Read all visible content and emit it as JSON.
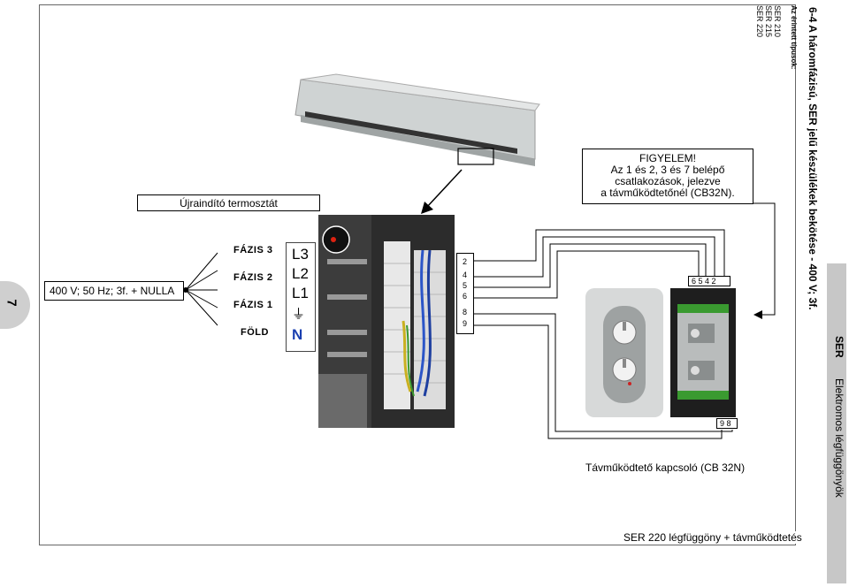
{
  "page_number": "7",
  "sidebar": {
    "brand": "SER",
    "subtitle": "Elektromos légfüggönyök"
  },
  "section": {
    "title": "6-4 A háromfázisú, SER jelű készülékek bekötése - 400 V; 3f.",
    "types_label": "Az érintett típusok:",
    "types": [
      "SER 210",
      "SER 215",
      "SER 220"
    ]
  },
  "warning": {
    "heading": "FIGYELEM!",
    "line1": "Az 1 és 2, 3 és 7 belépő",
    "line2": "csatlakozások, jelezve",
    "line3": "a távműködtetőnél (CB32N)."
  },
  "thermostat_label": "Újraindító termosztát",
  "supply_label": "400 V; 50 Hz; 3f. + NULLA",
  "phases": [
    "FÁZIS 3",
    "FÁZIS 2",
    "FÁZIS 1",
    "FÖLD"
  ],
  "terminal_letters": [
    "L3",
    "L2",
    "L1",
    "⏚",
    "N"
  ],
  "terminal_numbers": [
    "2",
    "4",
    "5",
    "6",
    "8",
    "9"
  ],
  "remote_top_terminals": "6 5 4   2",
  "remote_bottom_terminals": "9 8",
  "remote_label": "Távműködtető kapcsoló (CB 32N)",
  "caption": "SER 220 légfüggöny + távműködtetés",
  "colors": {
    "sidebar": "#c7c7c7",
    "n_label": "#1a3fb0",
    "frame": "#666666"
  }
}
